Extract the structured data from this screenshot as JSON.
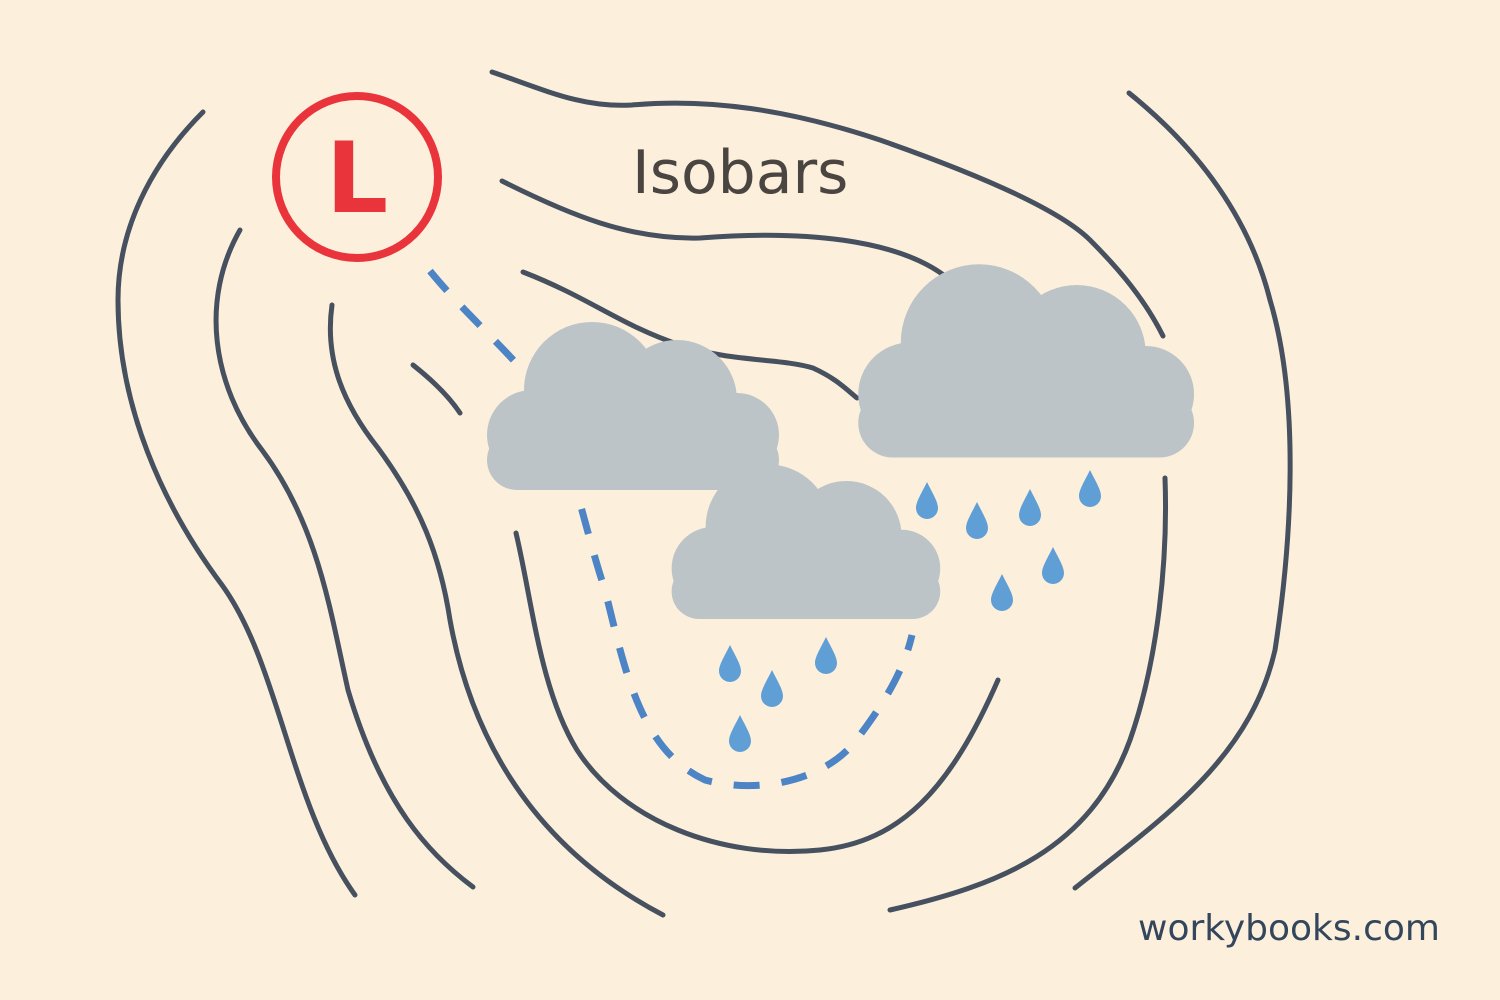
{
  "title": "Isobars",
  "low_pressure": {
    "letter": "L",
    "icon": "low-pressure-symbol-icon"
  },
  "watermark": "workybooks.com",
  "colors": {
    "background": "#fcf0dc",
    "isobar": "#46505f",
    "low_symbol": "#e8343a",
    "front": "#4d84c6",
    "cloud": "#bcc4c8",
    "rain": "#5f9fd6",
    "title": "#4a4540",
    "watermark": "#34465c"
  },
  "icons": {
    "cloud": "rain-cloud-icon",
    "raindrop": "raindrop-icon"
  }
}
